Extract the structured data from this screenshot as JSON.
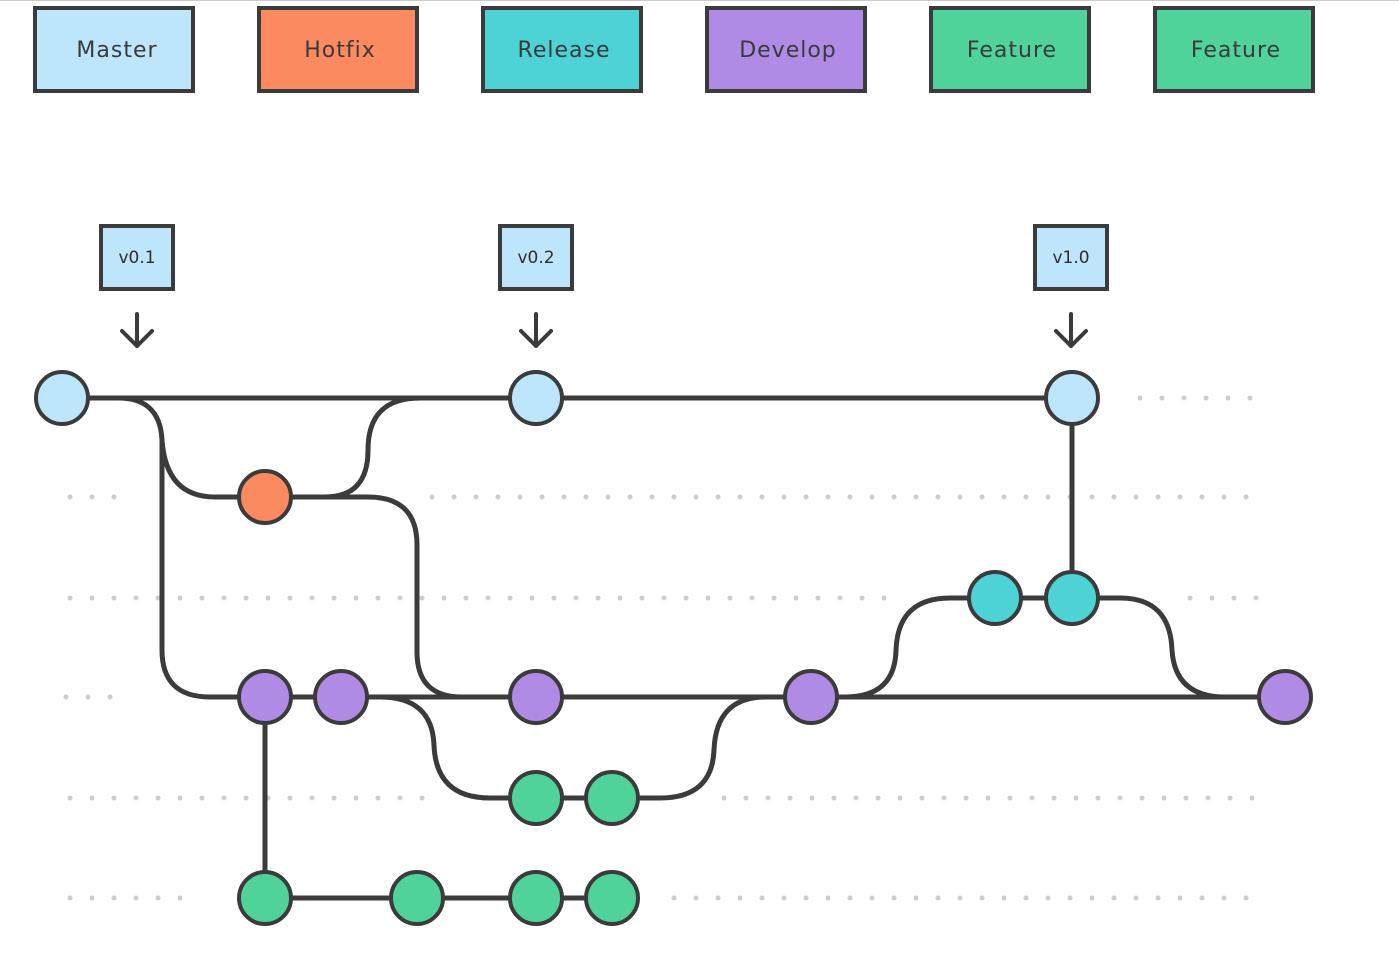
{
  "colors": {
    "master": "#bde5fb",
    "hotfix": "#fb8a60",
    "release": "#4dd2d6",
    "develop": "#b08be6",
    "feature": "#4fd39b",
    "outline": "#3b3b3b",
    "dots": "#cccccc"
  },
  "legend": [
    {
      "label": "Master",
      "color_key": "master"
    },
    {
      "label": "Hotfix",
      "color_key": "hotfix"
    },
    {
      "label": "Release",
      "color_key": "release"
    },
    {
      "label": "Develop",
      "color_key": "develop"
    },
    {
      "label": "Feature",
      "color_key": "feature"
    },
    {
      "label": "Feature",
      "color_key": "feature"
    }
  ],
  "tags": [
    "v0.1",
    "v0.2",
    "v1.0"
  ],
  "icons": {
    "tag_arrow": "arrow-down-icon"
  }
}
